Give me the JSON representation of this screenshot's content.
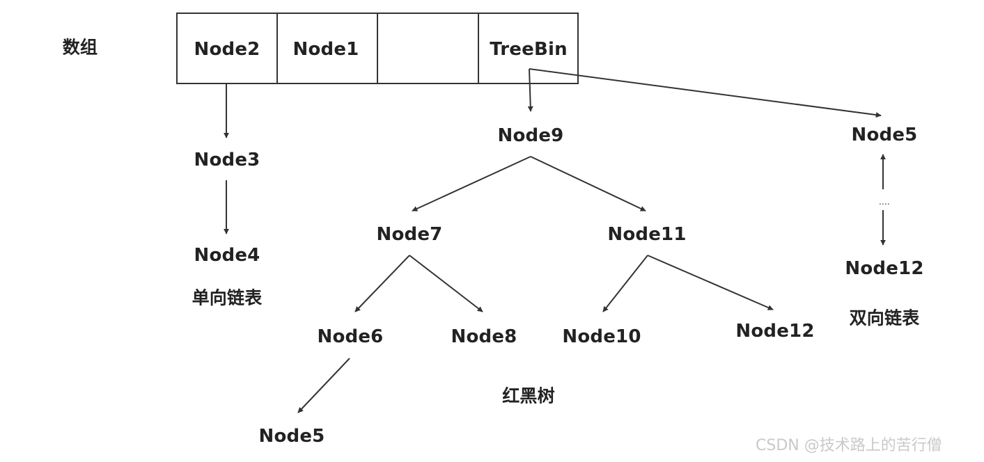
{
  "labels": {
    "array": "数组",
    "singly_linked_list": "单向链表",
    "red_black_tree": "红黑树",
    "doubly_linked_list": "双向链表"
  },
  "array_cells": [
    "Node2",
    "Node1",
    "",
    "TreeBin"
  ],
  "list": {
    "node3": "Node3",
    "node4": "Node4"
  },
  "tree": {
    "node9": "Node9",
    "node7": "Node7",
    "node11": "Node11",
    "node6": "Node6",
    "node8": "Node8",
    "node10": "Node10",
    "node12": "Node12",
    "node5": "Node5"
  },
  "dlist": {
    "top": "Node5",
    "ellipsis": "....",
    "bottom": "Node12"
  },
  "watermark": "CSDN @技术路上的苦行僧",
  "colors": {
    "stroke": "#333333",
    "text": "#222222",
    "watermark": "#c9c9c9"
  }
}
